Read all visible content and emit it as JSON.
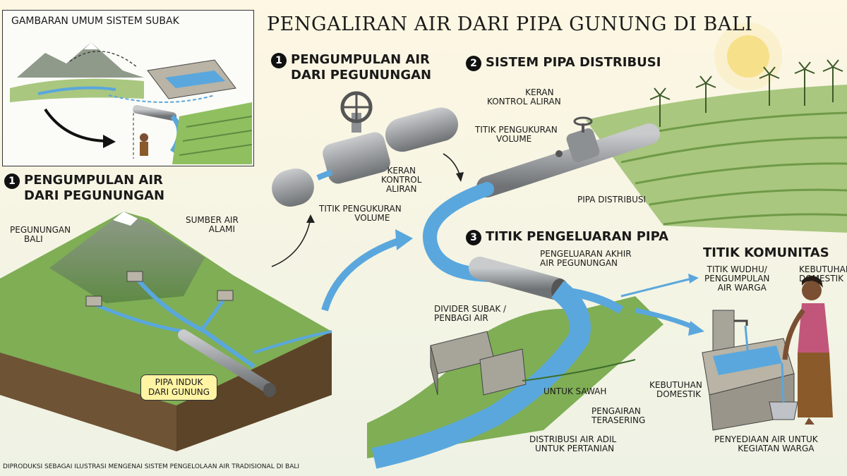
{
  "title": "PENGALIRAN AIR DARI PIPA GUNUNG DI BALI",
  "inset": {
    "title": "GAMBARAN UMUM SISTEM SUBAK"
  },
  "section1": {
    "number": "1",
    "heading_line1": "PENGUMPULAN AIR",
    "heading_line2": "DARI PEGUNUNGAN",
    "pegunungan_line1": "PEGUNUNGAN",
    "pegunungan_line2": "BALI",
    "sumber_line1": "SUMBER AIR",
    "sumber_line2": "ALAMI",
    "pipa_line1": "PIPA INDUK",
    "pipa_line2": "DARI GUNUNG"
  },
  "valve_detail": {
    "number": "1",
    "heading_line1": "PENGUMPULAN AIR",
    "heading_line2": "DARI PEGUNUNGAN",
    "keran_line1": "KERAN",
    "keran_line2": "KONTROL",
    "keran_line3": "ALIRAN",
    "titik_line1": "TITIK PENGUKURAN",
    "titik_line2": "VOLUME"
  },
  "section2": {
    "number": "2",
    "heading": "SISTEM PIPA DISTRIBUSI",
    "keran_line1": "KERAN",
    "keran_line2": "KONTROL ALIRAN",
    "titik_line1": "TITIK PENGUKURAN",
    "titik_line2": "VOLUME",
    "pipa": "PIPA DISTRIBUSI"
  },
  "section3": {
    "number": "3",
    "heading": "TITIK PENGELUARAN PIPA",
    "outlet_line1": "PENGELUARAN AKHIR",
    "outlet_line2": "AIR PEGUNUNGAN",
    "divider_line1": "DIVIDER SUBAK /",
    "divider_line2": "PENBAGI AIR",
    "sawah": "UNTUK SAWAH",
    "domestik_line1": "KEBUTUHAN",
    "domestik_line2": "DOMESTIK",
    "terasering_line1": "PENGAIRAN",
    "terasering_line2": "TERASERING",
    "distribusi_line1": "DISTRIBUSI AIR ADIL",
    "distribusi_line2": "UNTUK PERTANIAN"
  },
  "community": {
    "heading": "TITIK KOMUNITAS",
    "wudhu_line1": "TITIK WUDHU/",
    "wudhu_line2": "PENGUMPULAN",
    "wudhu_line3": "AIR WARGA",
    "kebutuhan_line1": "KEBUTUHAN",
    "kebutuhan_line2": "DOMESTIK",
    "penyediaan_line1": "PENYEDIAAN AIR UNTUK",
    "penyediaan_line2": "KEGIATAN WARGA"
  },
  "footer": "DIPRODUKSI SEBAGAI ILUSTRASI MENGENAI SISTEM PENGELOLAAN AIR TRADISIONAL DI BALI",
  "colors": {
    "water": "#5aa7dd",
    "pipe": "#9a9d9f",
    "grass": "#7fae55",
    "soil": "#8a6a45",
    "sun": "#f7e08a"
  }
}
